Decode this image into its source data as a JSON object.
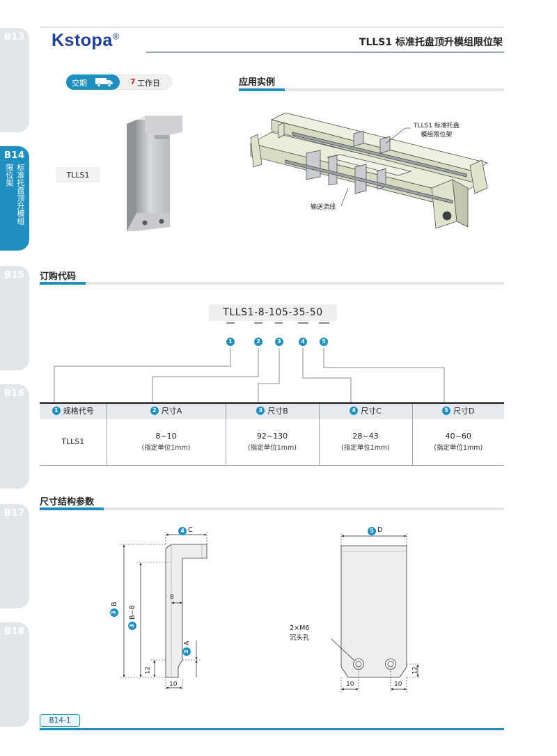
{
  "header": {
    "logo": "Kstopa",
    "logo_reg": "®",
    "title": "TLLS1 标准托盘顶升模组限位架"
  },
  "sidebar": {
    "tabs": [
      {
        "code": "B13"
      },
      {
        "code": "B14",
        "col1": "标准托盘顶升模组",
        "col2": "限位架"
      },
      {
        "code": "B15"
      },
      {
        "code": "B16"
      },
      {
        "code": "B17"
      },
      {
        "code": "B18"
      }
    ]
  },
  "delivery": {
    "label": "交期",
    "days": "7",
    "unit": "工作日"
  },
  "product": {
    "model_label": "TLLS1"
  },
  "application": {
    "title": "应用实例",
    "callout_1_line1": "TLLS1 标准托盘",
    "callout_1_line2": "模组限位架",
    "callout_2": "输送流线"
  },
  "order": {
    "title": "订购代码",
    "code": "TLLS1-8-105-35-50",
    "markers": [
      "1",
      "2",
      "3",
      "4",
      "5"
    ]
  },
  "spec_table": {
    "headers": [
      {
        "num": "1",
        "label": "规格代号"
      },
      {
        "num": "2",
        "label": "尺寸A"
      },
      {
        "num": "3",
        "label": "尺寸B"
      },
      {
        "num": "4",
        "label": "尺寸C"
      },
      {
        "num": "5",
        "label": "尺寸D"
      }
    ],
    "row": {
      "model": "TLLS1",
      "a_range": "8~10",
      "a_unit": "(指定单位1mm)",
      "b_range": "92~130",
      "b_unit": "(指定单位1mm)",
      "c_range": "28~43",
      "c_unit": "(指定单位1mm)",
      "d_range": "40~60",
      "d_unit": "(指定单位1mm)"
    }
  },
  "structure": {
    "title": "尺寸结构参数",
    "dim_c": "C",
    "dim_b": "B",
    "dim_b8": "B−8",
    "dim_a": "A",
    "dim_8": "8",
    "dim_12": "12",
    "dim_10": "10",
    "dim_d": "D",
    "hole_label_1": "2×M6",
    "hole_label_2": "沉头孔",
    "num_c": "4",
    "num_b": "3",
    "num_a": "2",
    "num_d": "5"
  },
  "footer": {
    "page": "B14-1"
  },
  "colors": {
    "accent": "#1e8fbf",
    "logo": "#1f3f95",
    "red": "#d7261d"
  }
}
